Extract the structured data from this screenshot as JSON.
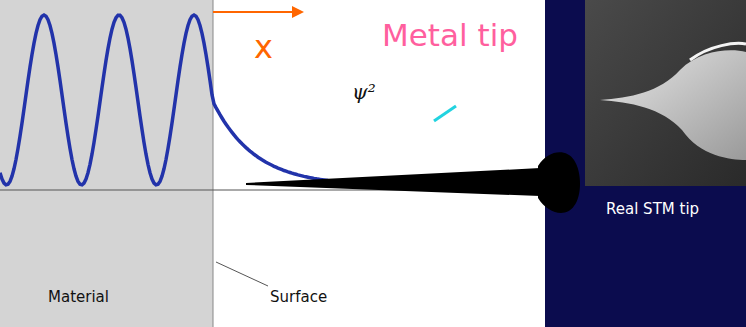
{
  "diagram": {
    "labels": [
      "x",
      "Metal tip",
      "ψ²",
      "Material",
      "Surface",
      "Real STM tip"
    ]
  }
}
